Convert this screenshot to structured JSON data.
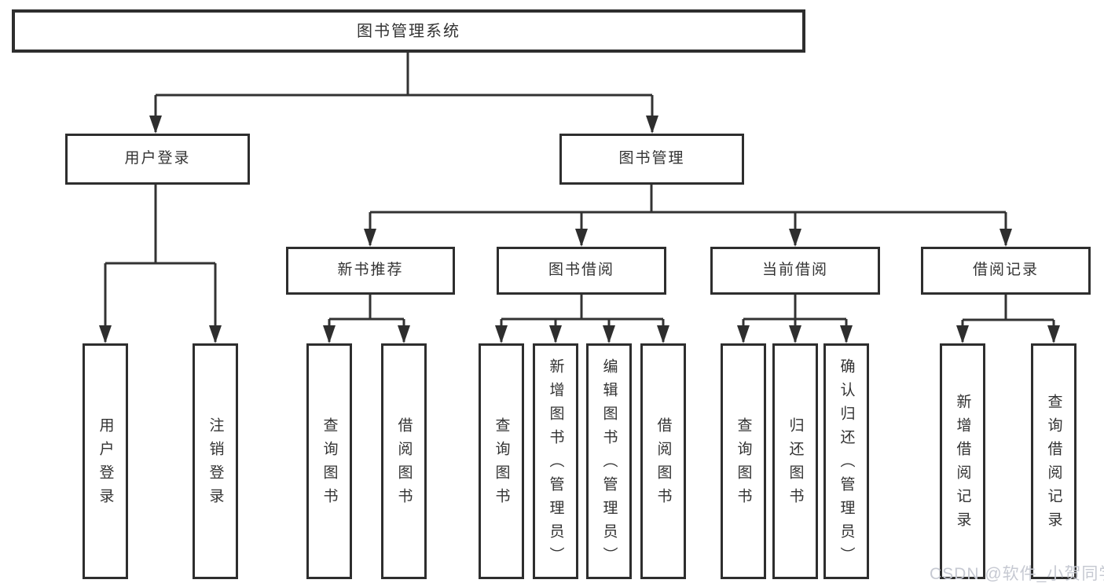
{
  "root": {
    "label": "图书管理系统"
  },
  "login": {
    "label": "用户登录",
    "children": [
      {
        "label": "用户登录"
      },
      {
        "label": "注销登录"
      }
    ]
  },
  "management": {
    "label": "图书管理",
    "sections": [
      {
        "label": "新书推荐",
        "children": [
          {
            "label": "查询图书"
          },
          {
            "label": "借阅图书"
          }
        ]
      },
      {
        "label": "图书借阅",
        "children": [
          {
            "label": "查询图书"
          },
          {
            "label": "新增图书（管理员）"
          },
          {
            "label": "编辑图书（管理员）"
          },
          {
            "label": "借阅图书"
          }
        ]
      },
      {
        "label": "当前借阅",
        "children": [
          {
            "label": "查询图书"
          },
          {
            "label": "归还图书"
          },
          {
            "label": "确认归还（管理员）"
          }
        ]
      },
      {
        "label": "借阅记录",
        "children": [
          {
            "label": "新增借阅记录"
          },
          {
            "label": "查询借阅记录"
          }
        ]
      }
    ]
  },
  "watermark": {
    "text": "CSDN @软件_小贺同学"
  },
  "colors": {
    "line": "#333333",
    "box_border": "#2e2e2e",
    "text": "#333333",
    "watermark": "#c6c9d2",
    "background": "#ffffff"
  }
}
